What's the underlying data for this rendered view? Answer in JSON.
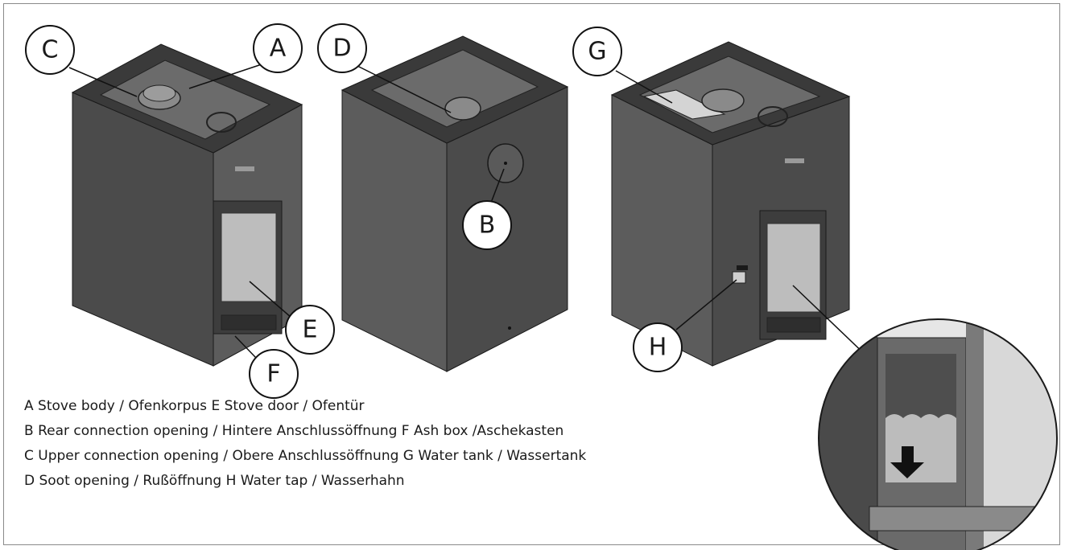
{
  "callouts": {
    "A": "A",
    "B": "B",
    "C": "C",
    "D": "D",
    "E": "E",
    "F": "F",
    "G": "G",
    "H": "H"
  },
  "legend": {
    "line1": "A Stove body / Ofenkorpus E Stove door / Ofentür",
    "line2": "B Rear connection opening / Hintere Anschlussöffnung F Ash box /Aschekasten",
    "line3": "C Upper connection opening / Obere Anschlussöffnung G  Water tank / Wassertank",
    "line4": "D Soot opening / Rußöffnung H Water tap / Wasserhahn"
  },
  "colors": {
    "stove_front": "#4d4d4d",
    "stove_side": "#5e5e5e",
    "stove_top": "#3b3b3b",
    "glass": "#bdbdbd",
    "outline": "#1a1a1a"
  }
}
